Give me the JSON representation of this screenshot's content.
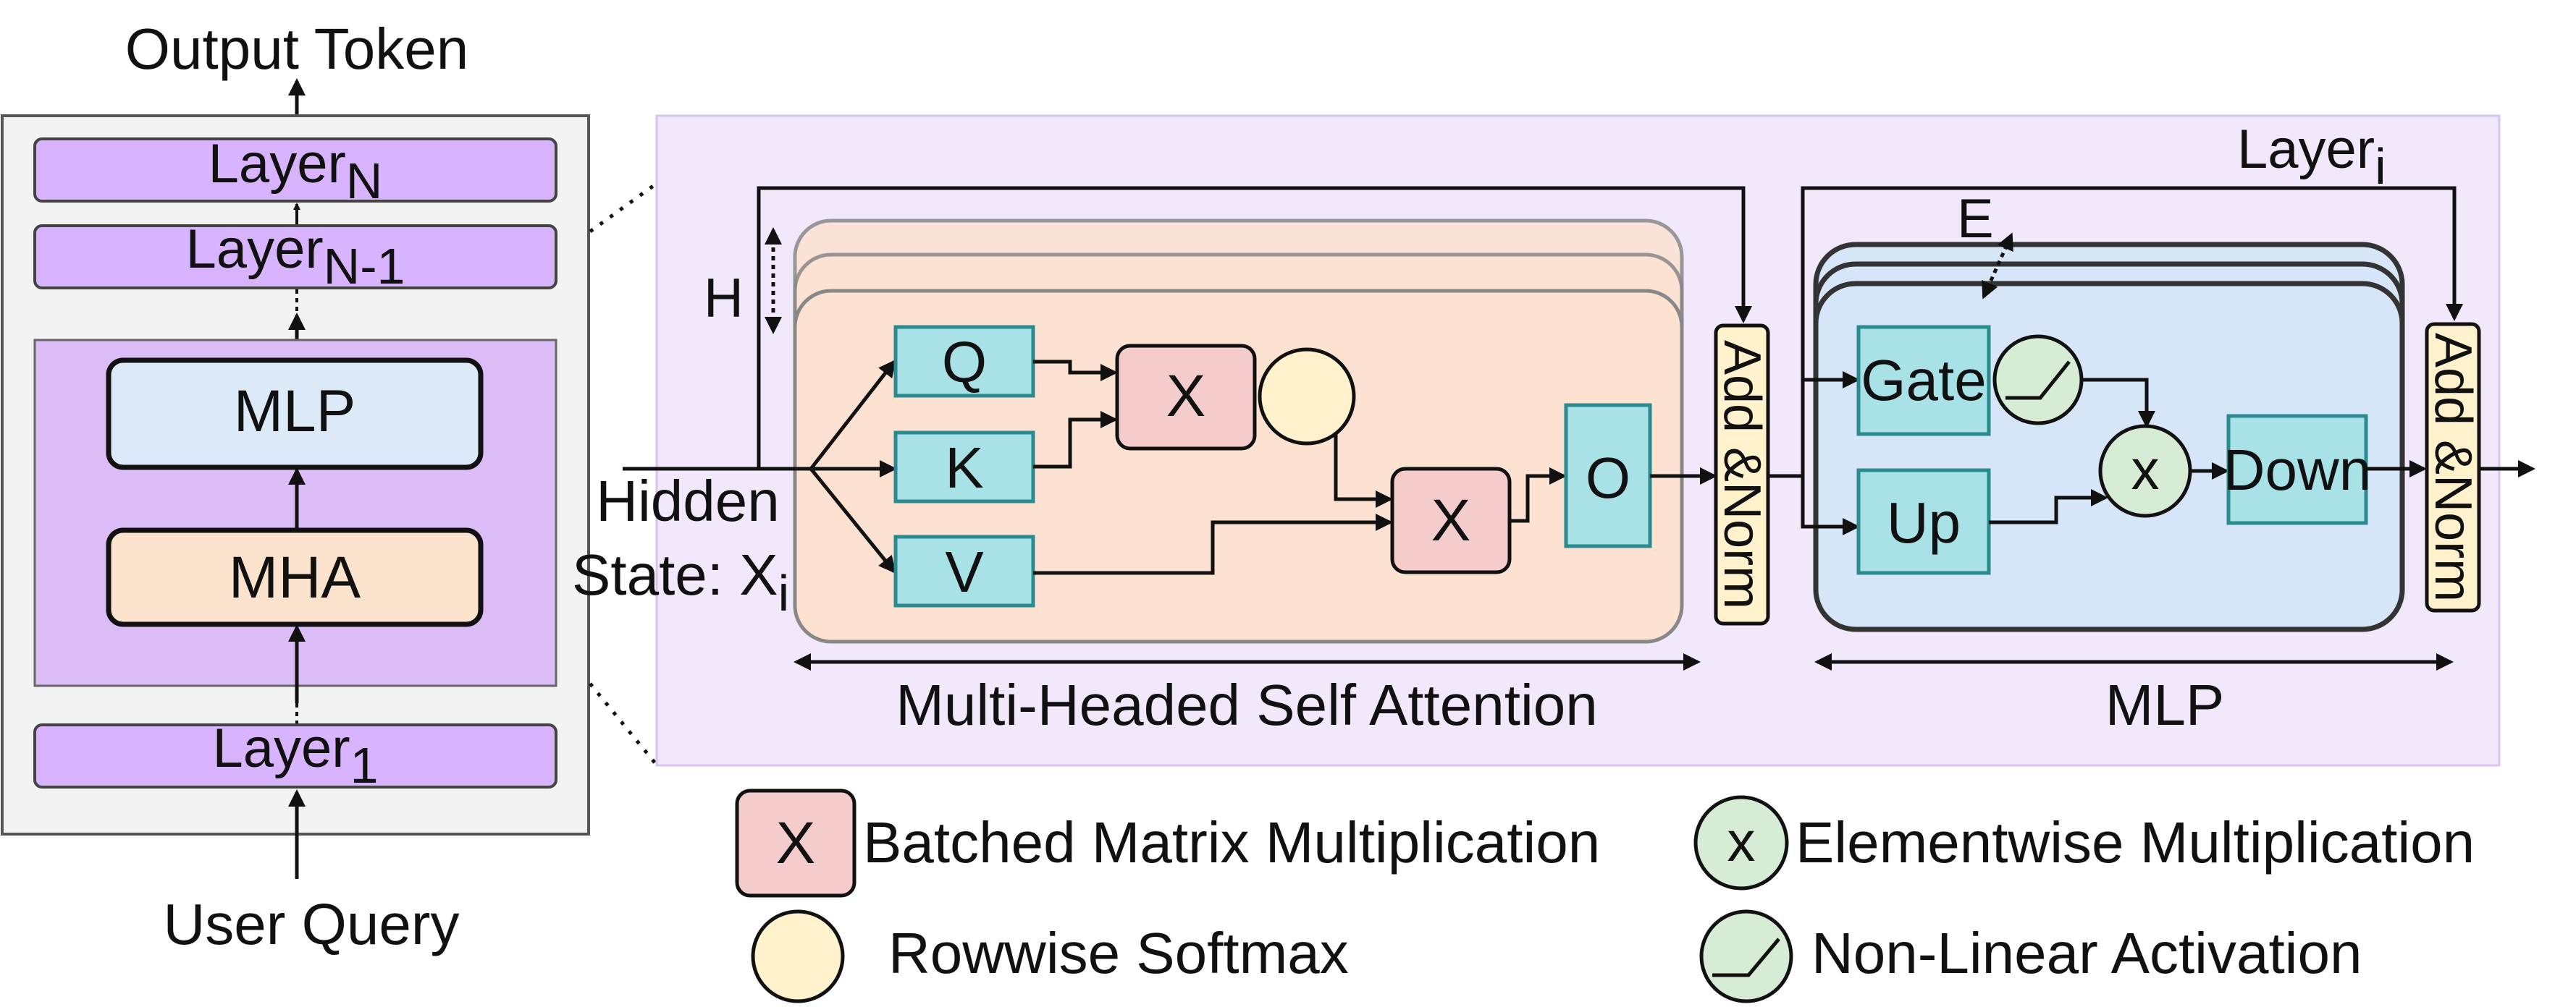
{
  "stack": {
    "output_label": "Output Token",
    "input_label": "User Query",
    "layer_prefix": "Layer",
    "layer_n_sub": "N",
    "layer_n1_sub": "N-1",
    "layer_1_sub": "1",
    "mlp_label": "MLP",
    "mha_label": "MHA"
  },
  "detail": {
    "layer_prefix": "Layer",
    "layer_sub": "i",
    "hidden_line1": "Hidden",
    "hidden_line2": "State: X",
    "hidden_sub": "i",
    "heads_label": "H",
    "experts_label": "E",
    "attention": {
      "q": "Q",
      "k": "K",
      "v": "V",
      "o": "O",
      "matmul1": "X",
      "matmul2": "X",
      "caption": "Multi-Headed Self Attention"
    },
    "add_norm_1": "Add &Norm",
    "add_norm_2": "Add &Norm",
    "mlp": {
      "gate": "Gate",
      "up": "Up",
      "down": "Down",
      "elementwise": "x",
      "caption": "MLP"
    }
  },
  "legend": {
    "matmul_symbol": "X",
    "matmul_label": "Batched Matrix Multiplication",
    "elementwise_symbol": "x",
    "elementwise_label": "Elementwise Multiplication",
    "softmax_label": "Rowwise Softmax",
    "activation_label": "Non-Linear Activation"
  },
  "colors": {
    "layer": "#d8b4fe",
    "stack_bg": "#f3f3f3",
    "block_bg": "#dbbcf7",
    "mlp_block": "#dce9f7",
    "mha_block": "#fce3cd",
    "detail_bg": "#f1e8fb",
    "attention_card": "#fde2d2",
    "qkv_box": "#a8e2e6",
    "qkv_border": "#2a8a8f",
    "matmul": "#f5cccc",
    "softmax": "#fff2cc",
    "add_norm": "#fff2cc",
    "mlp_card": "#d6e6f8",
    "elementwise": "#d6ecd4"
  }
}
